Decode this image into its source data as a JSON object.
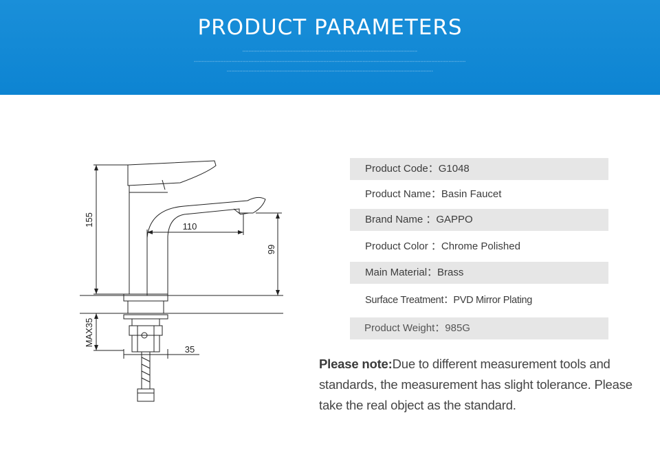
{
  "banner": {
    "title": "PRODUCT PARAMETERS",
    "color": "#0d84d2"
  },
  "drawing": {
    "dim_height": "155",
    "dim_spout": "110",
    "dim_outlet": "99",
    "dim_thickness": "MAX35",
    "dim_shank": "35"
  },
  "specs": [
    {
      "label": "Product Code：",
      "value": "G1048"
    },
    {
      "label": "Product Name：",
      "value": "Basin Faucet"
    },
    {
      "label": "Brand Name ：",
      "value": "GAPPO"
    },
    {
      "label": "Product Color ：",
      "value": "Chrome Polished"
    },
    {
      "label": "Main Material：",
      "value": "Brass"
    },
    {
      "label": "Surface Treatment：",
      "value": "PVD Mirror Plating"
    },
    {
      "label": "Product Weight：",
      "value": "985G"
    }
  ],
  "note": {
    "label": "Please note:",
    "text": "Due to different measurement tools and standards, the measurement has slight tolerance. Please take the real object as the standard."
  }
}
